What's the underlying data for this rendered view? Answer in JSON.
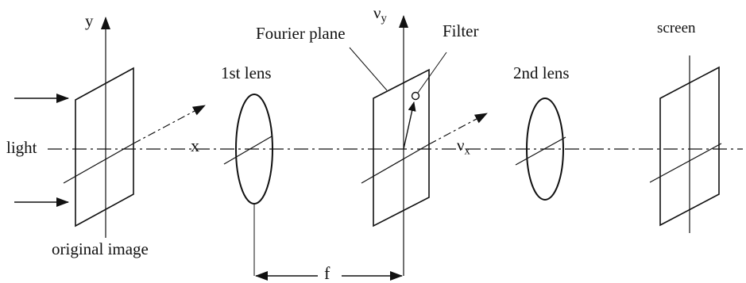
{
  "labels": {
    "light": "light",
    "original_image": "original image",
    "x_axis": "x",
    "y_axis": "y",
    "first_lens": "1st lens",
    "fourier_plane": "Fourier plane",
    "nu": "ν",
    "nu_y_sub": "y",
    "nu_x_sub": "x",
    "filter": "Filter",
    "second_lens": "2nd lens",
    "screen": "screen",
    "focal_length": "f"
  },
  "colors": {
    "ink": "#111111",
    "background": "#ffffff"
  }
}
